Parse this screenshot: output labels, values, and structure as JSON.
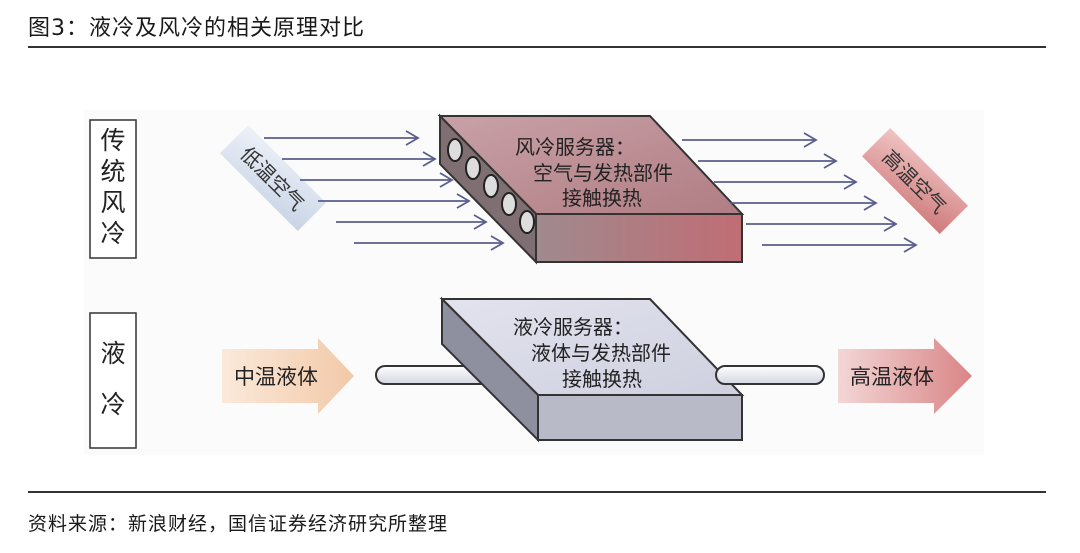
{
  "figure": {
    "title": "图3：液冷及风冷的相关原理对比",
    "source": "资料来源：新浪财经，国信证券经济研究所整理"
  },
  "air_cooling": {
    "row_label": [
      "传",
      "统",
      "风",
      "冷"
    ],
    "input_label": "低温空气",
    "server_text": [
      "风冷服务器：",
      "空气与发热部件",
      "接触换热"
    ],
    "output_label": "高温空气"
  },
  "liquid_cooling": {
    "row_label": [
      "液",
      "冷"
    ],
    "input_label": "中温液体",
    "server_text": [
      "液冷服务器：",
      "液体与发热部件",
      "接触换热"
    ],
    "output_label": "高温液体"
  },
  "colors": {
    "air_box_top": "#b98d93",
    "air_box_front": "#a8757c",
    "air_box_side": "#c27a80",
    "liquid_box_top": "#d6d7e5",
    "liquid_box_front": "#c9cad8",
    "liquid_box_side": "#a8aabb",
    "cool_tag": "#dbe3f1",
    "hot_tag": "#d98d8d",
    "line_arrow": "#5a5e8c"
  }
}
